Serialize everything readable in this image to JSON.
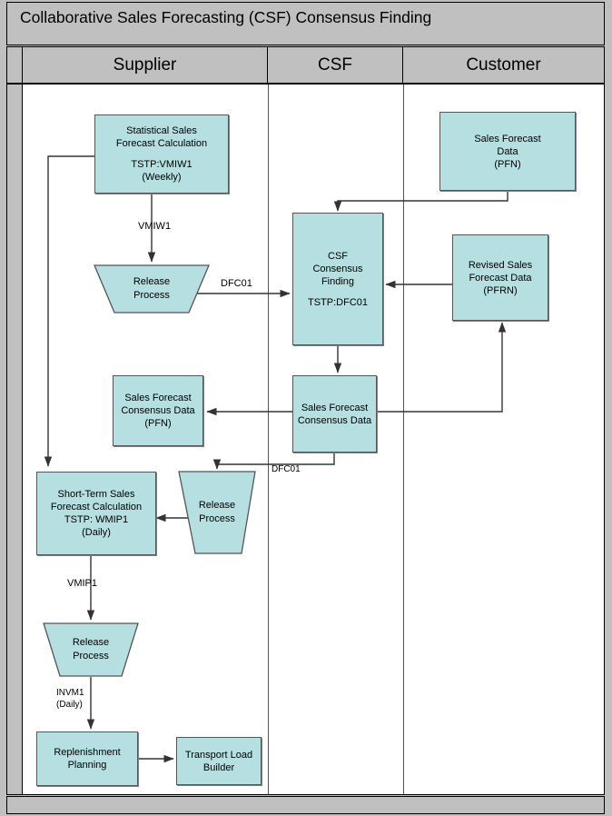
{
  "diagram": {
    "title": "Collaborative Sales Forecasting (CSF) Consensus Finding",
    "type": "swimlane-flowchart",
    "lanes": [
      {
        "id": "supplier",
        "label": "Supplier"
      },
      {
        "id": "csf",
        "label": "CSF"
      },
      {
        "id": "customer",
        "label": "Customer"
      }
    ],
    "colors": {
      "node_fill": "#b5dfe0",
      "node_border": "#555555",
      "lane_header_fill": "#c0c0c0",
      "canvas_fill": "#ffffff",
      "connector": "#333333"
    },
    "nodes": [
      {
        "id": "statistical-sales-forecast-calculation",
        "lane": "supplier",
        "shape": "rectangle",
        "lines": [
          "Statistical Sales",
          "Forecast Calculation",
          "",
          "TSTP:VMIW1",
          "(Weekly)"
        ]
      },
      {
        "id": "release-process-weekly",
        "lane": "supplier",
        "shape": "trapezoid",
        "lines": [
          "Release",
          "Process"
        ]
      },
      {
        "id": "sales-forecast-data-pfn",
        "lane": "customer",
        "shape": "rectangle",
        "lines": [
          "Sales Forecast",
          "Data",
          "(PFN)"
        ]
      },
      {
        "id": "csf-consensus-finding",
        "lane": "csf",
        "shape": "rectangle",
        "lines": [
          "CSF",
          "Consensus",
          "Finding",
          "",
          "TSTP:DFC01"
        ]
      },
      {
        "id": "revised-sales-forecast-data-pfrn",
        "lane": "customer",
        "shape": "rectangle",
        "lines": [
          "Revised Sales",
          "Forecast Data",
          "(PFRN)"
        ]
      },
      {
        "id": "sales-forecast-consensus-data-pfn",
        "lane": "supplier",
        "shape": "rectangle",
        "lines": [
          "Sales Forecast",
          "Consensus Data",
          "(PFN)"
        ]
      },
      {
        "id": "sales-forecast-consensus-data",
        "lane": "csf",
        "shape": "rectangle",
        "lines": [
          "Sales Forecast",
          "Consensus Data"
        ]
      },
      {
        "id": "release-process-daily",
        "lane": "supplier",
        "shape": "trapezoid",
        "lines": [
          "Release",
          "Process"
        ]
      },
      {
        "id": "short-term-sales-forecast-calculation",
        "lane": "supplier",
        "shape": "rectangle",
        "lines": [
          "Short-Term Sales",
          "Forecast Calculation",
          "TSTP: WMIP1",
          "(Daily)"
        ]
      },
      {
        "id": "release-process-invm",
        "lane": "supplier",
        "shape": "trapezoid",
        "lines": [
          "Release",
          "Process"
        ]
      },
      {
        "id": "replenishment-planning",
        "lane": "supplier",
        "shape": "rectangle",
        "lines": [
          "Replenishment",
          "Planning"
        ]
      },
      {
        "id": "transport-load-builder",
        "lane": "supplier",
        "shape": "rectangle",
        "lines": [
          "Transport Load",
          "Builder"
        ]
      }
    ],
    "edge_labels": [
      {
        "id": "edge-label-vmiw1",
        "text": "VMIW1"
      },
      {
        "id": "edge-label-dfc01-top",
        "text": "DFC01"
      },
      {
        "id": "edge-label-dfc01-mid",
        "text": "DFC01"
      },
      {
        "id": "edge-label-vmip1",
        "text": "VMIP1"
      },
      {
        "id": "edge-label-invm1",
        "text": "INVM1"
      },
      {
        "id": "edge-label-invm1-daily",
        "text": "(Daily)"
      }
    ]
  }
}
